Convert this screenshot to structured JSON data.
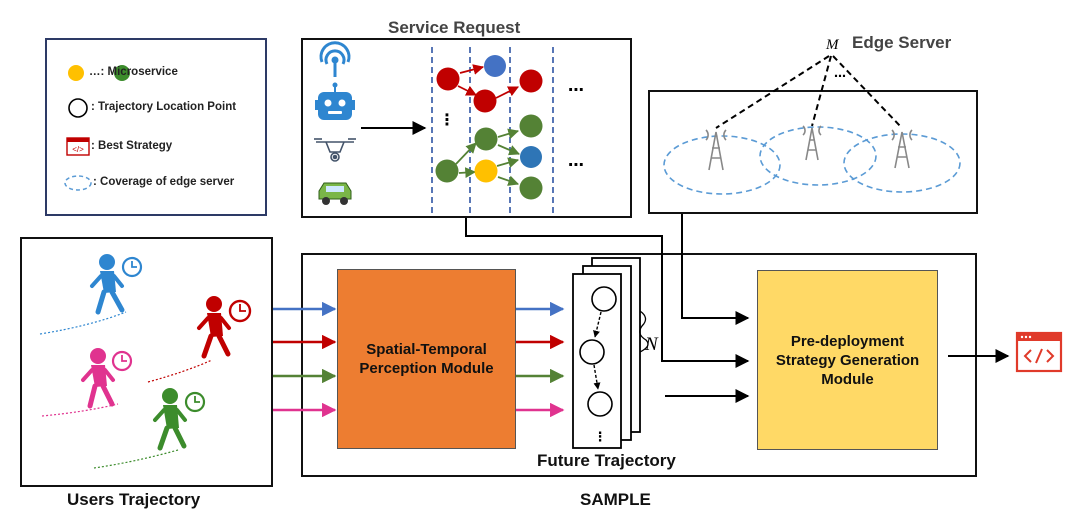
{
  "legend": {
    "microservice": "…: Microservice",
    "trajectory_point": ": Trajectory Location Point",
    "best_strategy": ": Best Strategy",
    "coverage": ": Coverage of edge server"
  },
  "service_request": {
    "title": "Service Request",
    "dots": "⋯",
    "vdots": "⋮",
    "icons": [
      "signal-icon",
      "robot-icon",
      "drone-icon",
      "car-icon"
    ]
  },
  "edge_server": {
    "title": "Edge Server",
    "m_label": "M",
    "dots": "⋯",
    "icons": [
      "cell-tower-icon",
      "cell-tower-icon",
      "cell-tower-icon"
    ]
  },
  "users_trajectory": {
    "title": "Users Trajectory",
    "users": [
      "blue",
      "red",
      "pink",
      "green"
    ]
  },
  "sample": {
    "title": "SAMPLE",
    "stp_module": "Spatial-Temporal Perception Module",
    "future_trajectory": "Future Trajectory",
    "n_label": "N",
    "vdots": "⋮",
    "pre_module": "Pre-deployment Strategy Generation Module"
  },
  "colors": {
    "blue": "#2e86d0",
    "red": "#c00000",
    "green": "#3c8c2c",
    "pink": "#e0338f",
    "orange": "#ed7d31",
    "yellow": "#ffd966",
    "gold": "#ffc000",
    "coverage": "#5b9bd5"
  }
}
